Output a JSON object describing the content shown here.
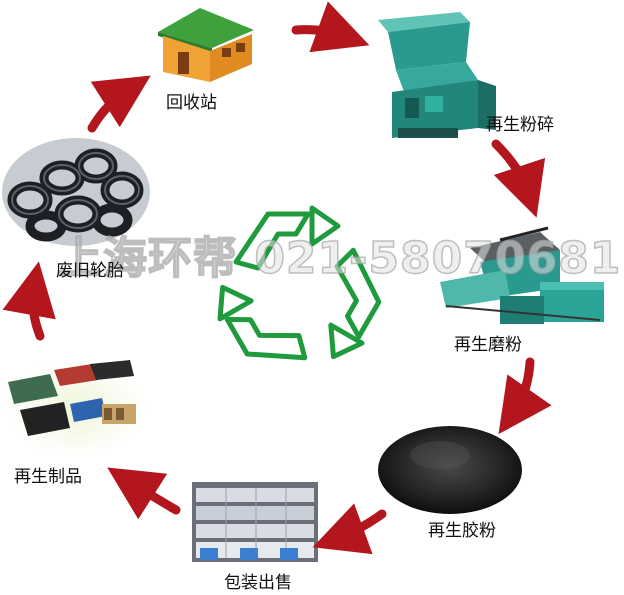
{
  "stages": {
    "recycling_station": "回收站",
    "crushing": "再生粉碎",
    "grinding": "再生磨粉",
    "rubber_powder": "再生胶粉",
    "packaging_sale": "包装出售",
    "products": "再生制品",
    "waste_tires": "废旧轮胎"
  },
  "watermark": "上海环帮 021-58070681",
  "colors": {
    "arrow": "#b3161c",
    "recycle_symbol": "#1f9a3c",
    "machine": "#2a9a8e",
    "house_wall": "#f0a335",
    "house_roof": "#3fa13b"
  },
  "icons": {
    "center": "recycle-icon"
  }
}
